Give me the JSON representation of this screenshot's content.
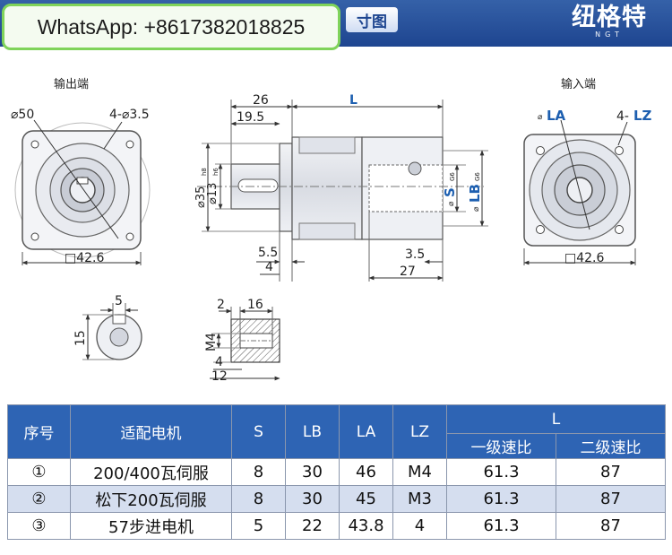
{
  "header": {
    "whatsapp_label": "WhatsApp: +8617382018825",
    "title_tab": "寸图",
    "brand_name": "纽格特",
    "brand_sub": "NGT"
  },
  "drawing": {
    "output_view": {
      "label": "输出端",
      "dim_bolt_circle": "⌀50",
      "dim_holes": "4-⌀3.5",
      "dim_square": "□42.6"
    },
    "side_view": {
      "dim_26": "26",
      "dim_19_5": "19.5",
      "dim_L": "L",
      "dim_d35": "⌀35",
      "dim_d35_tol": "h8",
      "dim_d13": "⌀13",
      "dim_d13_tol": "h6",
      "dim_S": "S",
      "dim_S_prefix": "⌀",
      "dim_S_tol": "G6",
      "dim_LB": "LB",
      "dim_LB_prefix": "⌀",
      "dim_LB_tol": "G6",
      "dim_5_5": "5.5",
      "dim_4": "4",
      "dim_3_5": "3.5",
      "dim_27": "27"
    },
    "input_view": {
      "label": "输入端",
      "dim_LA_prefix": "⌀",
      "dim_LA": "LA",
      "dim_LZ_prefix": "4-",
      "dim_LZ": "LZ",
      "dim_square": "□42.6"
    },
    "shaft_key_view": {
      "dim_5": "5",
      "dim_15": "15"
    },
    "thread_section": {
      "dim_2": "2",
      "dim_16": "16",
      "dim_M4": "M4",
      "dim_4": "4",
      "dim_12": "12"
    }
  },
  "table": {
    "headers": {
      "index": "序号",
      "motor": "适配电机",
      "s": "S",
      "lb": "LB",
      "la": "LA",
      "lz": "LZ",
      "l": "L",
      "l_stage1": "一级速比",
      "l_stage2": "二级速比"
    },
    "rows": [
      {
        "index": "①",
        "motor": "200/400瓦伺服",
        "s": "8",
        "lb": "30",
        "la": "46",
        "lz": "M4",
        "l1": "61.3",
        "l2": "87"
      },
      {
        "index": "②",
        "motor": "松下200瓦伺服",
        "s": "8",
        "lb": "30",
        "la": "45",
        "lz": "M3",
        "l1": "61.3",
        "l2": "87"
      },
      {
        "index": "③",
        "motor": "57步进电机",
        "s": "5",
        "lb": "22",
        "la": "43.8",
        "lz": "4",
        "l1": "61.3",
        "l2": "87"
      }
    ]
  },
  "colors": {
    "header_blue": "#1e4590",
    "table_header": "#2e64b4",
    "alt_row": "#d5deef",
    "dim_blue": "#1d5fb0",
    "whatsapp_border": "#7fd35a"
  }
}
